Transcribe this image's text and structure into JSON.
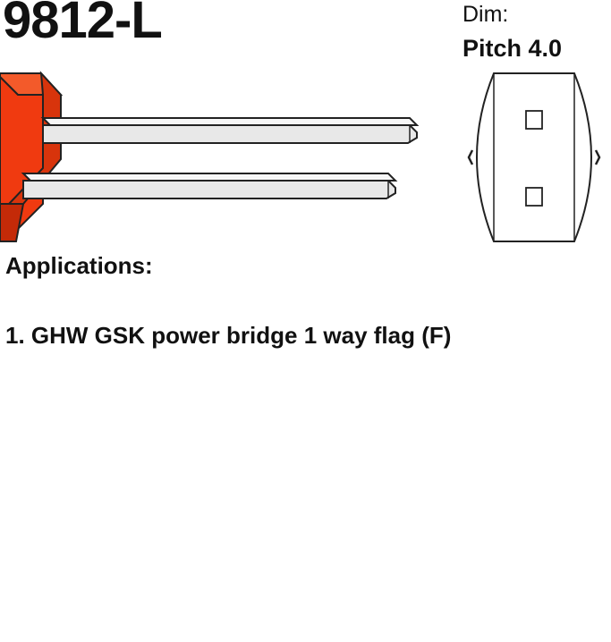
{
  "product": {
    "part_number": "9812-L"
  },
  "dimensions": {
    "label": "Dim:",
    "value": "Pitch 4.0"
  },
  "applications": {
    "heading": "Applications:",
    "items": [
      "1. GHW GSK power bridge 1 way flag (F)"
    ]
  },
  "colors": {
    "housing": "#f03a10",
    "housing_dark": "#c42a08",
    "pin": "#ececec",
    "outline": "#222222"
  },
  "icons": {
    "connector": "connector-side-view-icon",
    "end_view": "connector-end-view-icon"
  }
}
